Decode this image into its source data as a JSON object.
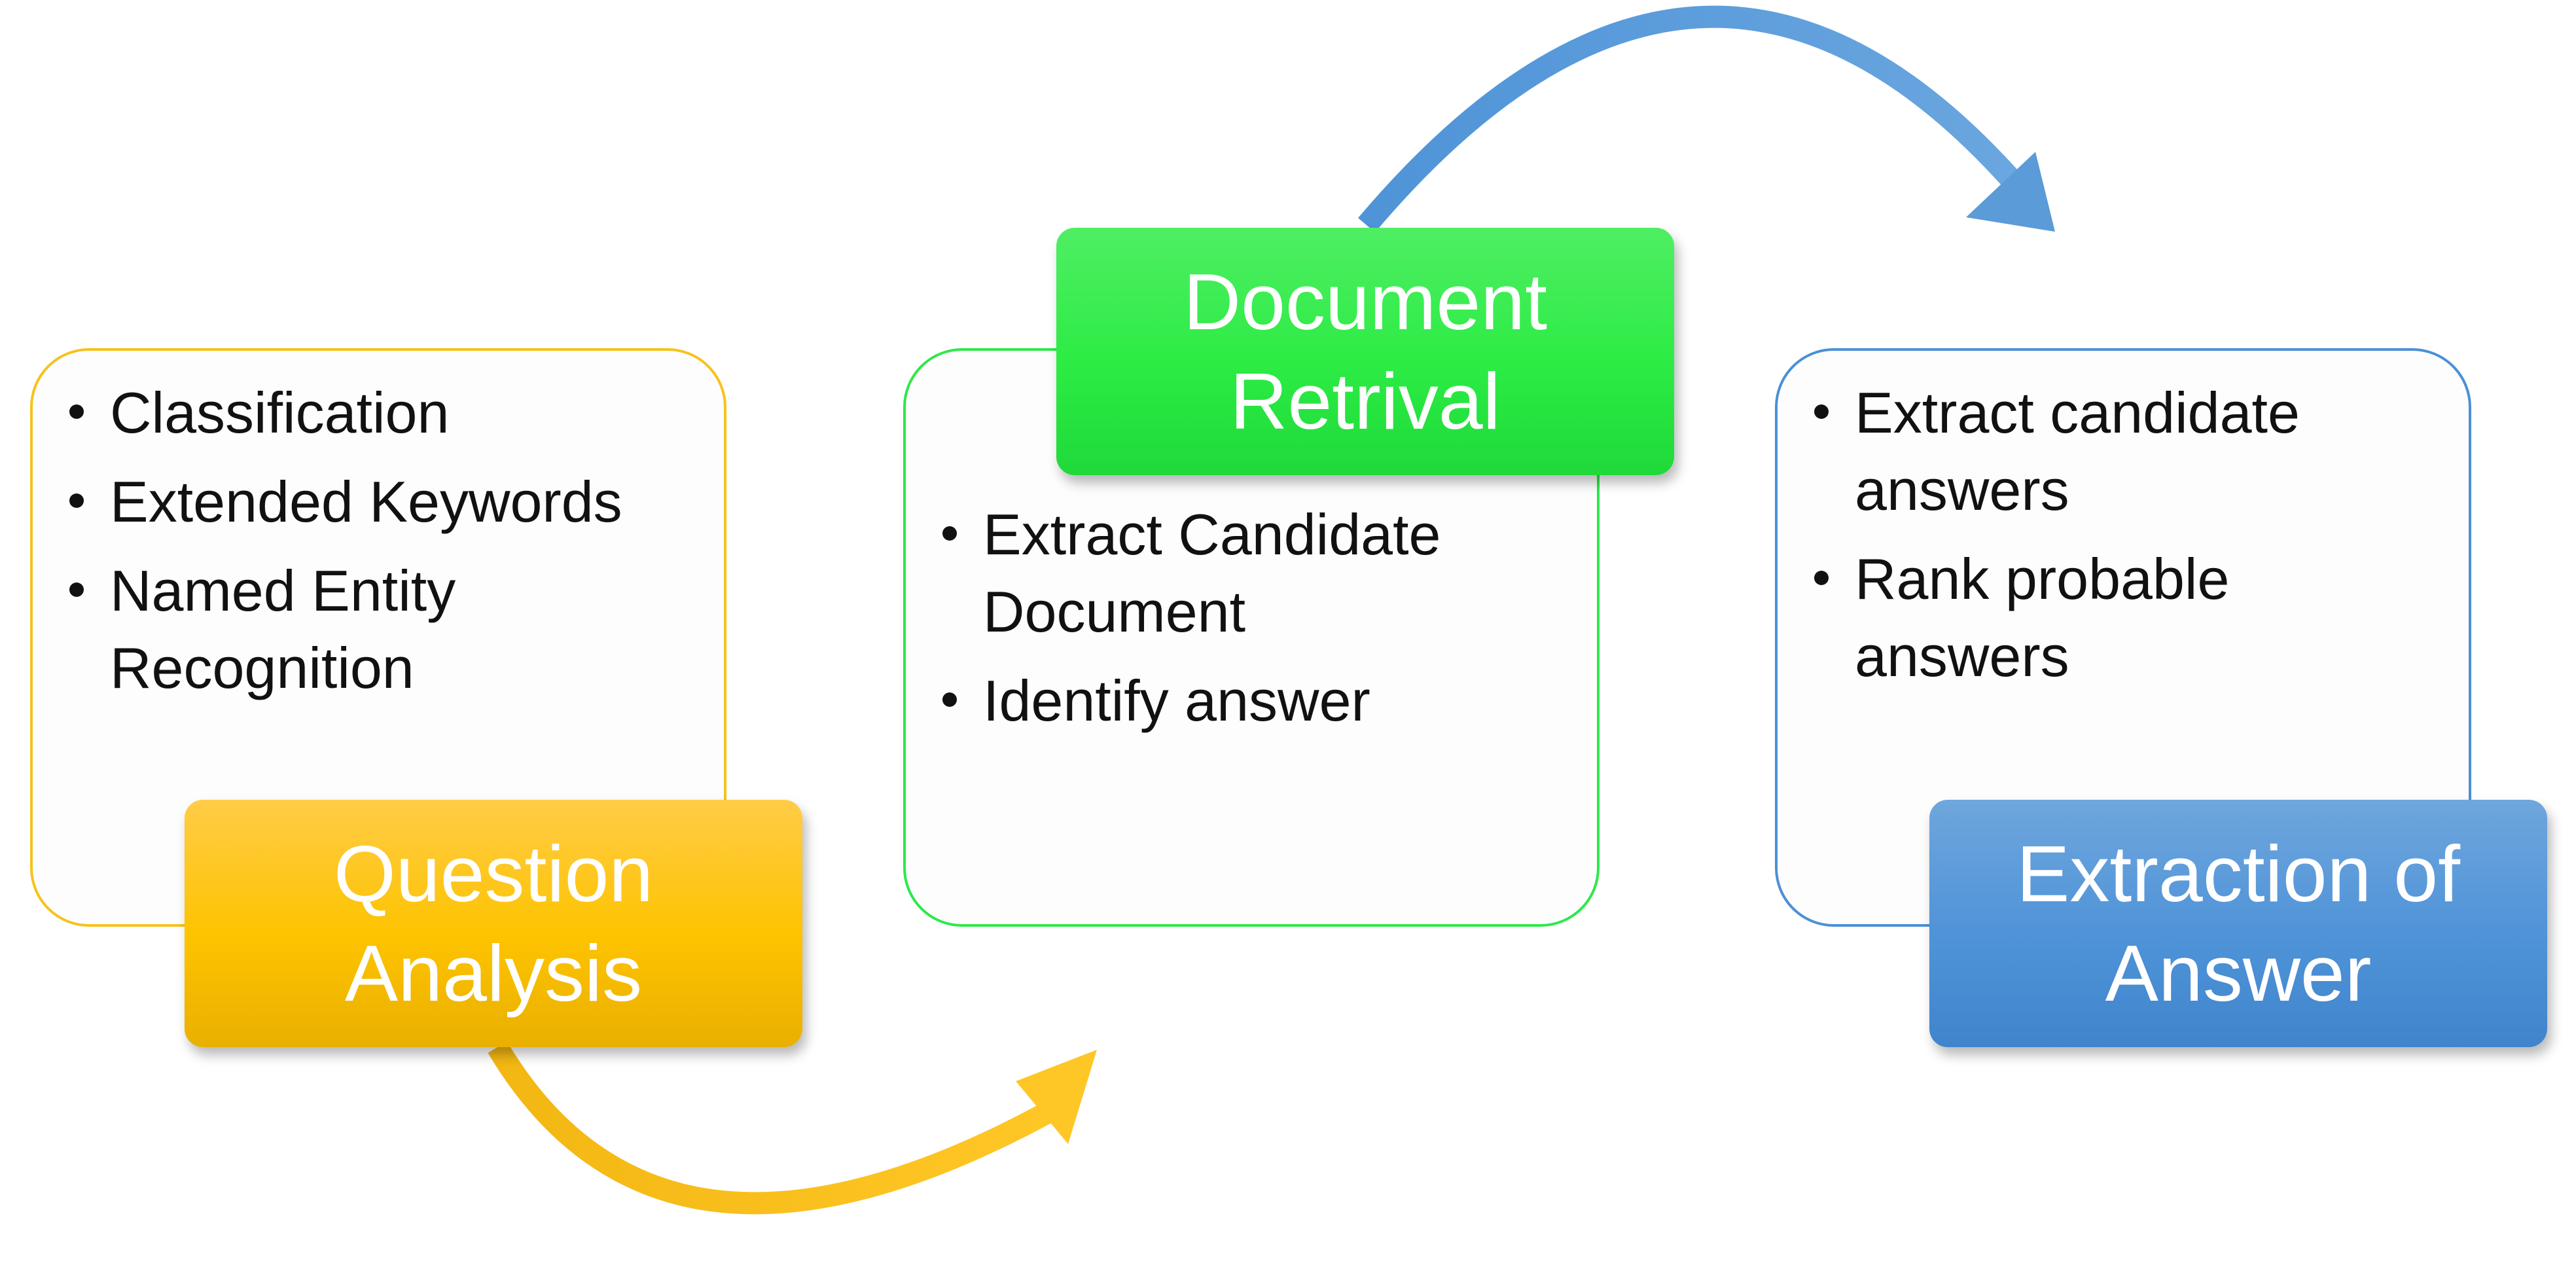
{
  "stages": [
    {
      "title_lines": [
        "Question",
        "Analysis"
      ],
      "bullets": [
        [
          "Classification"
        ],
        [
          "Extended Keywords"
        ],
        [
          "Named Entity",
          "Recognition"
        ]
      ]
    },
    {
      "title_lines": [
        "Document",
        "Retrival"
      ],
      "bullets": [
        [
          "Extract Candidate",
          "Document"
        ],
        [
          "Identify answer"
        ]
      ]
    },
    {
      "title_lines": [
        "Extraction of",
        "Answer"
      ],
      "bullets": [
        [
          "Extract candidate",
          "answers"
        ],
        [
          "Rank probable",
          "answers"
        ]
      ]
    }
  ],
  "colors": {
    "stage1": "#FEC300",
    "stage2": "#2CEC44",
    "stage3": "#4F93D8",
    "arrow1": "#F5BC14",
    "arrow2": "#5A9BD8"
  }
}
